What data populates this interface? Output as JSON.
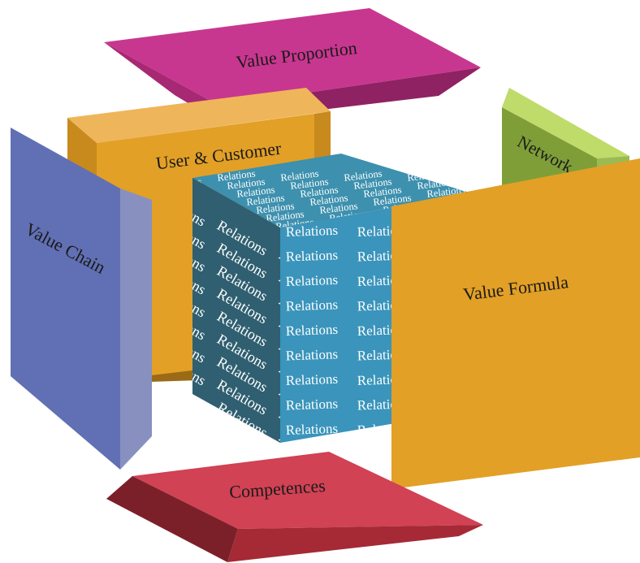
{
  "diagram": {
    "repeat_word": "Relations",
    "blocks": {
      "value_proportion": {
        "label": "Value Proportion",
        "colors": {
          "top": "#c8378f",
          "front": "#a72873",
          "side": "#8f2262"
        }
      },
      "user_customer": {
        "label": "User & Customer",
        "colors": {
          "top": "#efb55a",
          "front": "#e2a026",
          "side": "#c88a1c",
          "edge": "#9a6a16"
        }
      },
      "network": {
        "label": "Network",
        "colors": {
          "face": "#7f9e38",
          "top": "#bfdb6a",
          "side": "#9bba54"
        }
      },
      "value_chain": {
        "label": "Value Chain",
        "colors": {
          "face": "#6170b4",
          "side": "#8790bf"
        }
      },
      "value_formula": {
        "label": "Value Formula",
        "colors": {
          "face": "#e2a026"
        }
      },
      "competences": {
        "label": "Competences",
        "colors": {
          "top": "#d04254",
          "front": "#a52a36",
          "side": "#7b2029"
        }
      },
      "relations_cube": {
        "colors": {
          "top": "#3d90ae",
          "left": "#2f5f70",
          "front": "#3a94bb"
        }
      }
    }
  }
}
